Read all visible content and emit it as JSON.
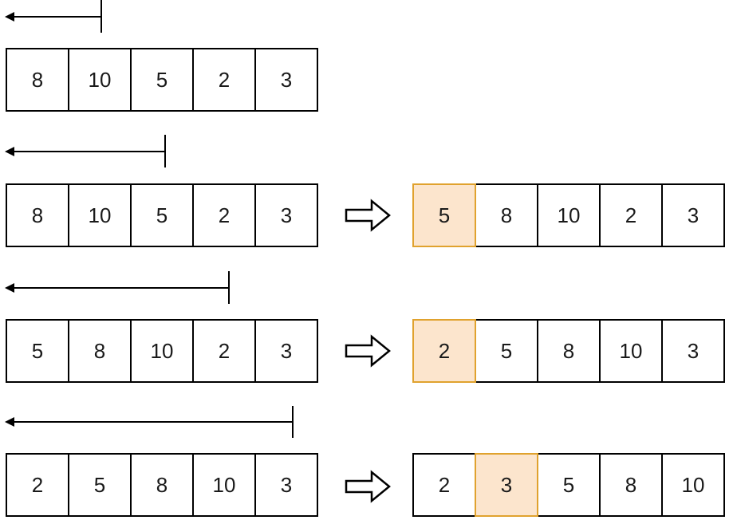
{
  "diagram": "insertion-sort-passes",
  "colors": {
    "background": "#FFFFFF",
    "cell_border": "#000000",
    "text": "#1A1A1A",
    "highlight_fill": "#FCE5CD",
    "highlight_border": "#E0A22E",
    "arrow": "#000000"
  },
  "steps": [
    {
      "left": {
        "cells": [
          "8",
          "10",
          "5",
          "2",
          "3"
        ],
        "pointer_index": 1
      },
      "right": null
    },
    {
      "left": {
        "cells": [
          "8",
          "10",
          "5",
          "2",
          "3"
        ],
        "pointer_index": 2
      },
      "right": {
        "cells": [
          "5",
          "8",
          "10",
          "2",
          "3"
        ],
        "highlight_index": 0
      }
    },
    {
      "left": {
        "cells": [
          "5",
          "8",
          "10",
          "2",
          "3"
        ],
        "pointer_index": 3
      },
      "right": {
        "cells": [
          "2",
          "5",
          "8",
          "10",
          "3"
        ],
        "highlight_index": 0
      }
    },
    {
      "left": {
        "cells": [
          "2",
          "5",
          "8",
          "10",
          "3"
        ],
        "pointer_index": 4
      },
      "right": {
        "cells": [
          "2",
          "3",
          "5",
          "8",
          "10"
        ],
        "highlight_index": 1
      }
    }
  ]
}
